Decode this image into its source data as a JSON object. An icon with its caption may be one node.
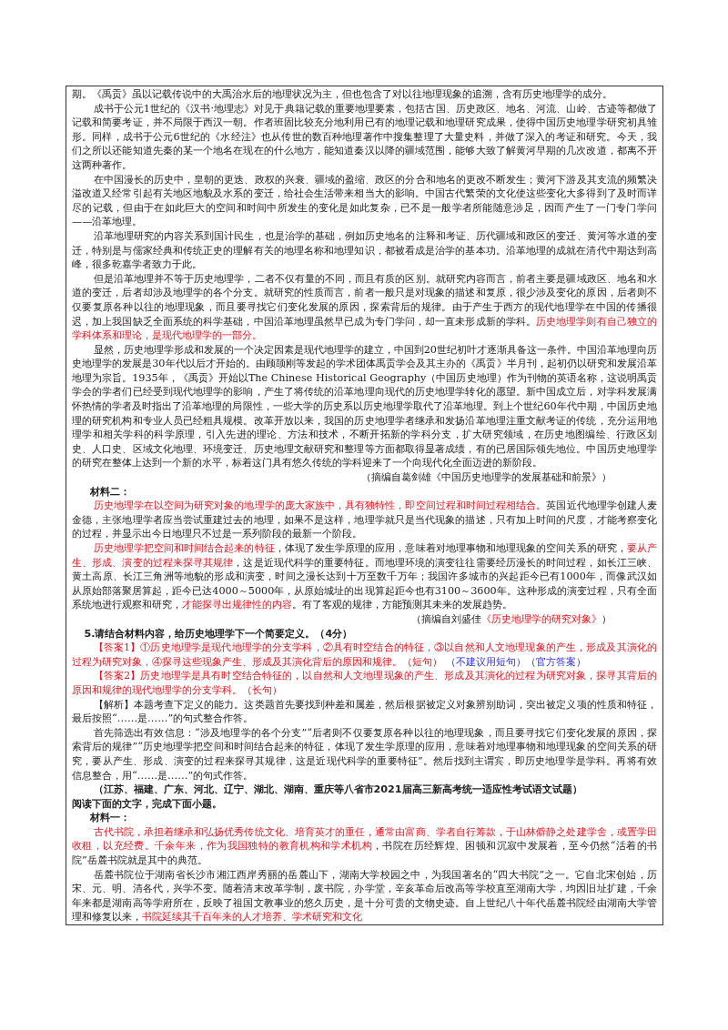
{
  "diagram": {
    "labels": [
      "期。《禹贡》虽以记载传说中的大禹治水后的地理状况为主，但也包含了对以往地理现象的追溯，含有历史地理学的成分。",
      "成书于公元1世纪的《汉书·地理志》对见于典籍记载的重要地理要素，包括古国、历史政区、地名、河流、山岭、古迹等都做了记载和简要考证，并不局限于西汉一朝。作者班固比较充分地利用已有的地理记载和地理研究成果，使得中国历史地理学研究初具雏形。同样，成书于公元6世纪的《水经注》也从传世的数百种地理著作中搜集整理了大量史料，并做了深入的考证和研究。今天，我们之所以还能知道先秦的某一个地名在现在的什么地方，能知道秦汉以降的疆域范围，能够大致了解黄河早期的几次改道，都离不开这两种著作。",
      "在中国漫长的历史中，皇朝的更迭、政权的兴衰、疆域的盈缩、政区的分合和地名的更改不断发生；黄河下游及其支流的频繁决溢改道又经常引起有关地区地貌及水系的变迁，给社会生活带来相当大的影响。中国古代繁荣的文化使这些变化大多得到了及时而详尽的记载，但由于在如此巨大的空间和时间中所发生的变化是如此复杂，已不是一般学者所能随意涉足，因而产生了一门专门学问——沿革地理。",
      "沿革地理研究的内容关系到国计民生，也是治学的基础，例如历史地名的注释和考证、历代疆域和政区的变迁、黄河等水道的变迁，特别是与儒家经典和传统正史的理解有关的地理名称和地理知识，都被看成是治学的基本功。沿革地理的成就在清代中期达到高峰，很多乾嘉学者致力于此。",
      "但是沿革地理并不等于历史地理学，二者不仅有量的不同，而且有质的区别。就研究内容而言，前者主要是疆域政区、地名和水道的变迁，后者却涉及地理学的各个分支。就研究的性质而言，前者一般只是对现象的描述和复原，很少涉及变化的原因，后者则不仅要复原各种以往的地理现象，而且要寻找它们变化发展的原因，探索背后的规律。由于产生于西方的现代地理学在中国的传播很迟，加上我国缺乏全面系统的科学基础，中国沿革地理虽然早已成为专门学问，却一直未形成新的学科。**历史地理学则有自己独立的学科体系和理论，是现代地理学的一部分。**",
      "显然，历史地理学形成和发展的一个决定因素是现代地理学的建立，中国到20世纪初叶才逐渐具备这一条件。中国沿革地理向历史地理学的发展是30年代以后才开始的。由顾颉刚等发起的学术团体禹贡学会及其主办的《禹贡》半月刊，起初仍以研究和发展沿革地理为宗旨。1935年，《禹贡》开始以The Chinese Historical Geography（中国历史地理）作为刊物的英语名称，这说明禹贡学会的学者们已经受到现代地理学的影响，产生了将传统的沿革地理向现代的历史地理学转化的愿望。新中国成立后，对学科发展满怀热情的学者及时指出了沿革地理的局限性，一些大学的历史系以历史地理学取代了沿革地理。到上个世纪60年代中期，中国历史地理的研究机构和专业人员已经粗具规模。改革开放以来，我国的历史地理学者继承和发扬沿革地理注重文献考证的传统，充分运用地理学和相关学科的科学原理，引入先进的理论、方法和技术，不断开拓新的学科分支，扩大研究领域，在历史地图编绘、行政区划史、人口史、区域文化地理、环境变迁、历史地理文献研究和整理等方面都取得显著成绩，有的已居国际领先地位。中国历史地理学的研究在整体上达到一个新的水平，标着这门具有悠久传统的学科迎来了一个向现代化全面迈进的新阶段。",
      "（摘编自葛剑雄《中国历史地理学的发展基础和前景》）",
      "材料二：",
      "**历史地理学在以空间为研究对象的地理学的庞大家族中，具有独特性，即空间过程和时间过程相结合。**英国近代地理学创建人麦金德，主张地理学者应当尝试重建过去的地理，如果不是这样，地理学就只是当代现象的描述，只有加上时间的尺度，才能考察变化的过程，并显示出今日地理只不过是一系列阶段的最新一个阶段。",
      "**历史地理学把空间和时间结合起来的特征**，体现了发生学原理的应用，意味着对地理事物和地理现象的空间关系的研究，**要从产生、形成、演变的过程来探寻其规律**，这是近现代科学的重要特征。而地理环境的演变往往需要经历漫长的时间过程，如长江三峡、黄土高原、长江三角洲等地貌的形成和演变，时间之漫长达到十万至数千万年；我国许多城市的兴起距今已有1000年，而像武汉如从原始部落聚居算起，距今已达4000～5000年，从原始城址的出现算起距今也有3100～3600年。这种形成的演变过程，只有全面系统地进行观察和研究，**才能探寻出规律性的内容**。有了客观的规律，方能预测其未来的发展趋势。",
      "（摘编自刘盛佳**《历史地理学的研究对象》**）",
      "5.请结合材料内容，给历史地理学下一个简要定义。（4分）",
      "**【答案1】①历史地理学是现代地理学的分支学科，②具有时空结合的特征，③以自然和人文地理现象的产生，形成及其演化的过程为研究对象，④探寻这些现象产生、形成及其演化背后的原因和规律。（短句）** *（不建议用短句）（官方答案）*",
      "【答案2】历史地理学是具有时空结合特征的，以自然和人文地理现象的产生、形成及其演化的过程为研究对象，探寻其背后的原因和规律的现代地理学的分支学科。（长句）",
      "【解析】本题考查下定义的能力。这类题首先要找到种差和属差，然后根据被定义对象辨别助词，突出被定义项的性质和特征，最后按照“……是……”的句式整合作答。",
      "首先筛选出有效信息：“涉及地理学的各个分支”“后者则不仅要复原各种以往的地理现象，而且要寻找它们变化发展的原因，探索背后的规律”“历史地理学把空间和时间结合起来的特征，体现了发生学原理的应用，意味着对地理事物和地理现象的空间关系的研究，要从产生、形成、演变的过程来探寻其规律，这是近现代科学的重要特征”。然后找到主谓宾，即历史地理学是学科。再将有效信息整合，用“……是……”的句式作答。",
      "（江苏、福建、广东、河北、辽宁、湖北、湖南、重庆等八省市2021届高三新高考统一适应性考试语文试题）",
      "阅读下面的文字，完成下面小题。",
      "材料一：",
      "**古代书院，承担着继承和弘扬优秀传统文化、培育英才的重任，通常由富商、学者自行筹款，于山林僻静之处建学舍，或置学田收租，以充经费。千余年来，作为我国独特的教育机构和学术机构**，书院在历经辉煌、困顿和沉寂中发展着，至今仍然“活着的书院”岳麓书院就是其中的典范。",
      "岳麓书院位于湖南省长沙市湘江西岸秀丽的岳麓山下，湖南大学校园之中，为我国著名的“四大书院”之一。它自北宋创始，历宋、元、明、清各代，兴学不变。随着清末改革学制，废书院，办学堂，辛亥革命后改高等学校直至湖南大学，均因旧址扩建，千余年来都是湖南高等学府所在，反映了祖国文教事业的悠久历史，是十分可贵的文物史迹。自上世纪八十年代岳麓书院经由湖南大学管理和修复以来，**书院延续其千百年来的人才培养、学术研究和文化**"
    ]
  }
}
